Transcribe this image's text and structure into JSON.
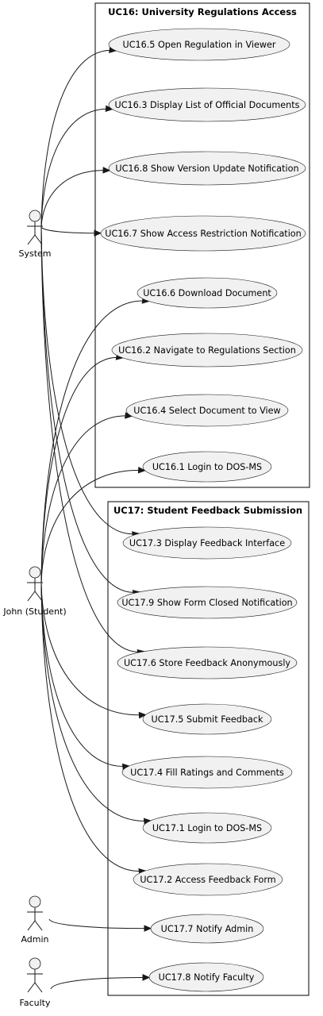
{
  "packages": [
    {
      "id": "uc16",
      "title": "UC16: University Regulations Access"
    },
    {
      "id": "uc17",
      "title": "UC17: Student Feedback Submission"
    }
  ],
  "usecases": [
    {
      "id": "uc16_5",
      "label": "UC16.5 Open Regulation in Viewer"
    },
    {
      "id": "uc16_3",
      "label": "UC16.3 Display List of Official Documents"
    },
    {
      "id": "uc16_8",
      "label": "UC16.8 Show Version Update Notification"
    },
    {
      "id": "uc16_7",
      "label": "UC16.7 Show Access Restriction Notification"
    },
    {
      "id": "uc16_6",
      "label": "UC16.6 Download Document"
    },
    {
      "id": "uc16_2",
      "label": "UC16.2 Navigate to Regulations Section"
    },
    {
      "id": "uc16_4",
      "label": "UC16.4 Select Document to View"
    },
    {
      "id": "uc16_1",
      "label": "UC16.1 Login to DOS-MS"
    },
    {
      "id": "uc17_3",
      "label": "UC17.3 Display Feedback Interface"
    },
    {
      "id": "uc17_9",
      "label": "UC17.9 Show Form Closed Notification"
    },
    {
      "id": "uc17_6",
      "label": "UC17.6 Store Feedback Anonymously"
    },
    {
      "id": "uc17_5",
      "label": "UC17.5 Submit Feedback"
    },
    {
      "id": "uc17_4",
      "label": "UC17.4 Fill Ratings and Comments"
    },
    {
      "id": "uc17_1",
      "label": "UC17.1 Login to DOS-MS"
    },
    {
      "id": "uc17_2",
      "label": "UC17.2 Access Feedback Form"
    },
    {
      "id": "uc17_7",
      "label": "UC17.7 Notify Admin"
    },
    {
      "id": "uc17_8",
      "label": "UC17.8 Notify Faculty"
    }
  ],
  "actors": [
    {
      "id": "system",
      "label": "System"
    },
    {
      "id": "john",
      "label": "John (Student)"
    },
    {
      "id": "admin",
      "label": "Admin"
    },
    {
      "id": "faculty",
      "label": "Faculty"
    }
  ],
  "associations": [
    {
      "from": "system",
      "to": "uc16_5"
    },
    {
      "from": "system",
      "to": "uc16_3"
    },
    {
      "from": "system",
      "to": "uc16_8"
    },
    {
      "from": "system",
      "to": "uc16_7"
    },
    {
      "from": "system",
      "to": "uc17_3"
    },
    {
      "from": "system",
      "to": "uc17_9"
    },
    {
      "from": "system",
      "to": "uc17_6"
    },
    {
      "from": "john",
      "to": "uc16_6"
    },
    {
      "from": "john",
      "to": "uc16_2"
    },
    {
      "from": "john",
      "to": "uc16_4"
    },
    {
      "from": "john",
      "to": "uc16_1"
    },
    {
      "from": "john",
      "to": "uc17_5"
    },
    {
      "from": "john",
      "to": "uc17_4"
    },
    {
      "from": "john",
      "to": "uc17_1"
    },
    {
      "from": "john",
      "to": "uc17_2"
    },
    {
      "from": "admin",
      "to": "uc17_7"
    },
    {
      "from": "faculty",
      "to": "uc17_8"
    }
  ]
}
